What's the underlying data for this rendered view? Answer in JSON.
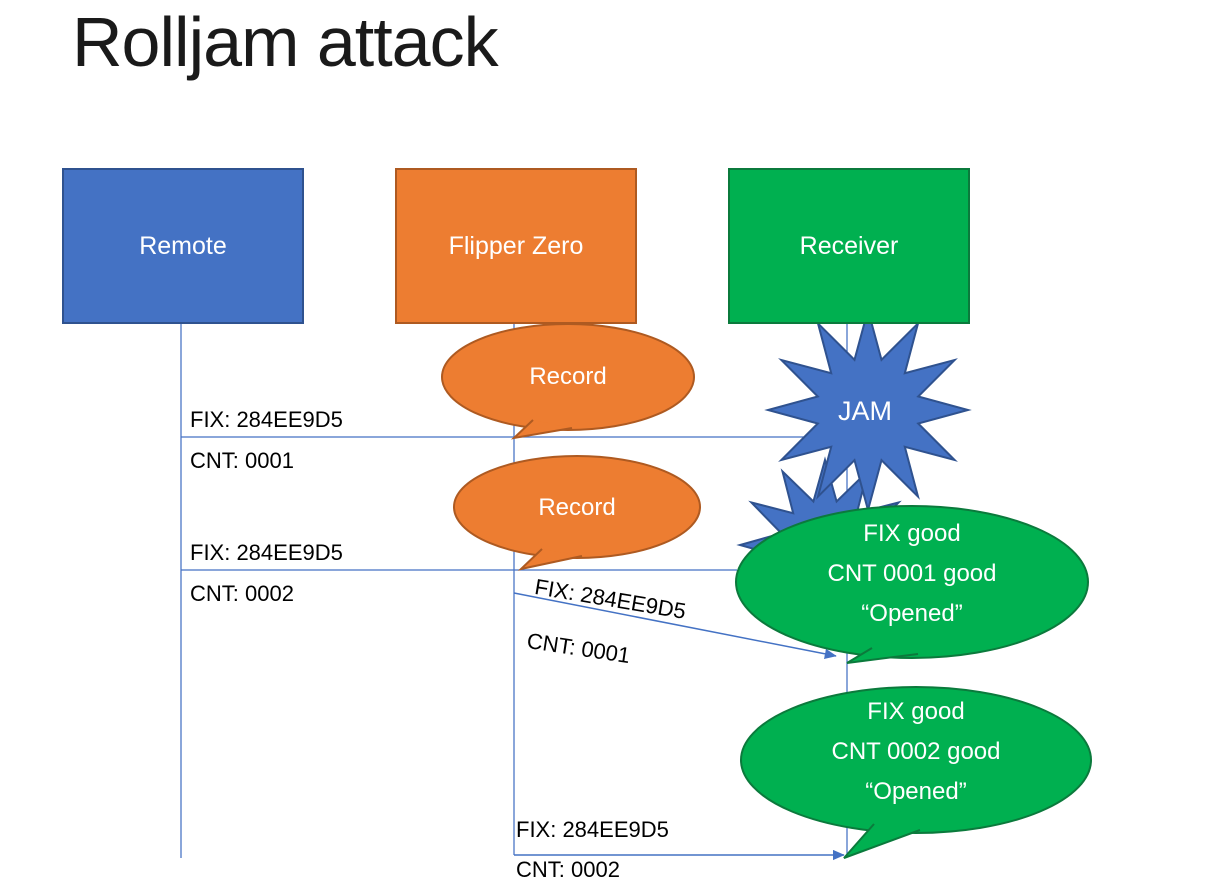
{
  "title": "Rolljam attack",
  "colors": {
    "blue": "#4472C4",
    "blue_dark": "#2F528F",
    "orange": "#ED7D31",
    "orange_dark": "#AE5A21",
    "green": "#00B050",
    "green_dark": "#0B7A3C",
    "line": "#4472C4",
    "text": "#000000"
  },
  "actors": [
    {
      "id": "remote",
      "label": "Remote"
    },
    {
      "id": "flipper",
      "label": "Flipper Zero"
    },
    {
      "id": "receiver",
      "label": "Receiver"
    }
  ],
  "messages": {
    "m1_fix": "FIX: 284EE9D5",
    "m1_cnt": "CNT: 0001",
    "m2_fix": "FIX: 284EE9D5",
    "m2_cnt": "CNT: 0002",
    "replay1_fix": "FIX: 284EE9D5",
    "replay1_cnt": "CNT: 0001",
    "replay2_fix": "FIX: 284EE9D5",
    "replay2_cnt": "CNT: 0002"
  },
  "callouts": {
    "record1": "Record",
    "record2": "Record",
    "jam": "JAM",
    "green1": [
      "FIX good",
      "CNT 0001 good",
      "“Opened”"
    ],
    "green2": [
      "FIX good",
      "CNT 0002 good",
      "“Opened”"
    ]
  }
}
